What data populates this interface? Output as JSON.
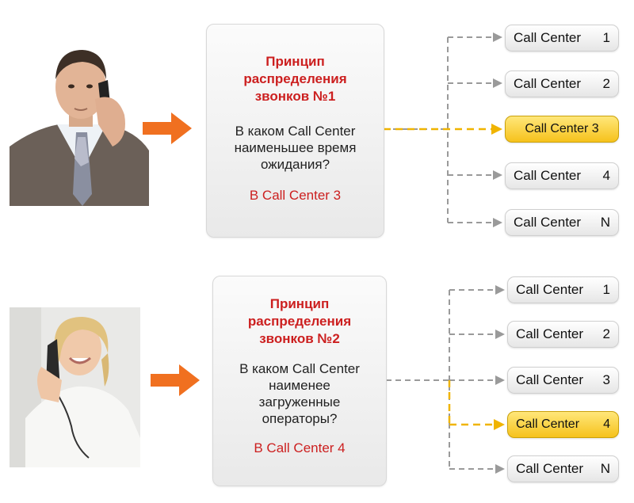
{
  "diagram1": {
    "title_line1": "Принцип",
    "title_line2": "распределения",
    "title_line3": "звонков №1",
    "question_line1": "В каком Call Center",
    "question_line2": "наименьшее время",
    "question_line3": "ожидания?",
    "answer": "В Call Center 3",
    "centers": [
      {
        "name": "Call Center",
        "num": "1",
        "highlight": false
      },
      {
        "name": "Call Center",
        "num": "2",
        "highlight": false
      },
      {
        "name": "Call Center 3",
        "num": "",
        "highlight": true
      },
      {
        "name": "Call Center",
        "num": "4",
        "highlight": false
      },
      {
        "name": "Call Center",
        "num": "N",
        "highlight": false
      }
    ]
  },
  "diagram2": {
    "title_line1": "Принцип",
    "title_line2": "распределения",
    "title_line3": "звонков №2",
    "question_line1": "В каком Call Center",
    "question_line2": "наименее",
    "question_line3": "загруженные",
    "question_line4": "операторы?",
    "answer": "В Call Center 4",
    "centers": [
      {
        "name": "Call Center",
        "num": "1",
        "highlight": false
      },
      {
        "name": "Call Center",
        "num": "2",
        "highlight": false
      },
      {
        "name": "Call Center",
        "num": "3",
        "highlight": false
      },
      {
        "name": "Call Center",
        "num": "4",
        "highlight": true
      },
      {
        "name": "Call Center",
        "num": "N",
        "highlight": false
      }
    ]
  },
  "colors": {
    "title_red": "#cc1f1f",
    "arrow_orange": "#f07020",
    "highlight_yellow": "#f6c21c",
    "dash_gray": "#9a9a9a"
  }
}
